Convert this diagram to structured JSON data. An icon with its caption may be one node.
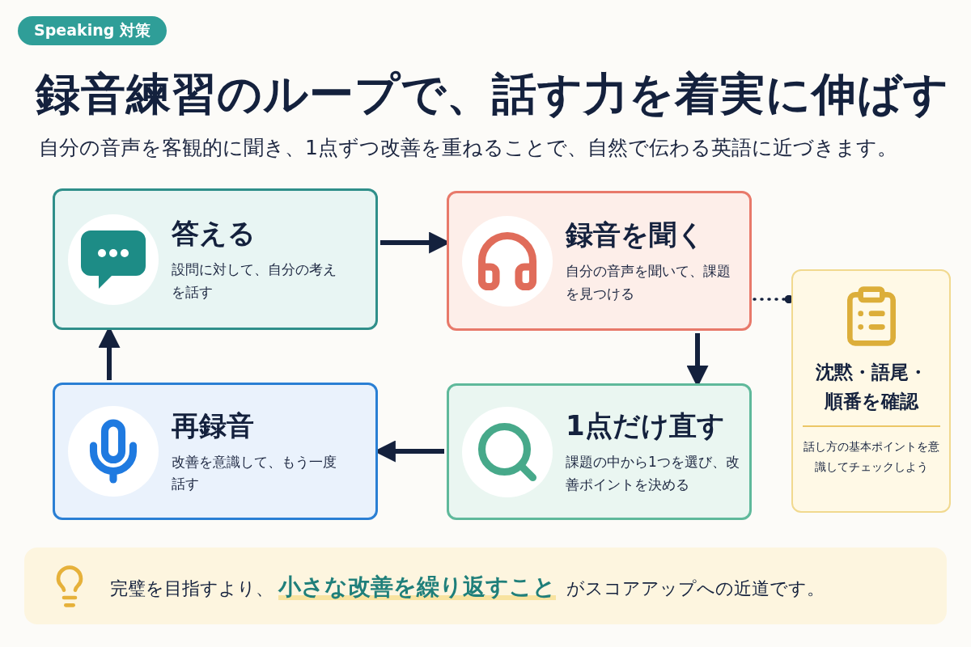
{
  "diagram": {
    "title": "録音練習のループで、話す力を着実に伸ばす",
    "nodes": [
      {
        "text": [
          "答える",
          "設問に対して、自分の考えを話す"
        ]
      },
      {
        "text": [
          "録音を聞く",
          "自分の音声を聞いて、課題を見つける"
        ]
      },
      {
        "text": [
          "1点だけ直す",
          "課題の中から1つを選び、改善ポイントを決める"
        ]
      },
      {
        "text": [
          "再録音",
          "改善を意識して、もう一度話す"
        ]
      },
      {
        "text": [
          "沈黙・語尾・順番を確認",
          "話し方の基本ポイントを意識してチェックしよう"
        ]
      }
    ],
    "edges": [
      {
        "from": 0,
        "to": 1,
        "arrow": "to"
      },
      {
        "from": 1,
        "to": 2,
        "arrow": "to"
      },
      {
        "from": 2,
        "to": 3,
        "arrow": "to"
      },
      {
        "from": 3,
        "to": 0,
        "arrow": "to"
      },
      {
        "from": 1,
        "to": 4,
        "arrow": "other",
        "style": "dashed"
      }
    ],
    "labels": [
      "Speaking 対策",
      "自分の音声を客観的に聞き、1点ずつ改善を重ねることで、自然で伝わる英語に近づきます。",
      "完璧を目指すより、**小さな改善を繰り返すこと** がスコアアップへの近道です。"
    ]
  }
}
